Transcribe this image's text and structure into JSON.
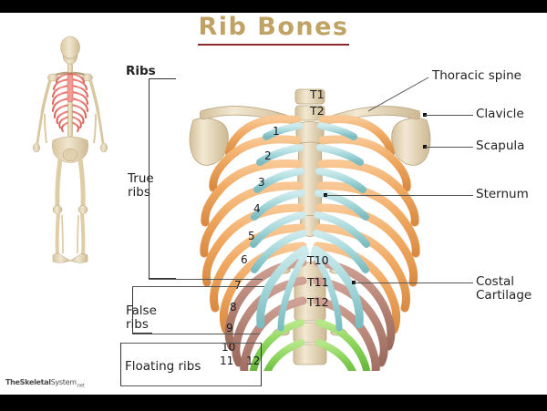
{
  "figure": {
    "title": "Rib Bones",
    "title_color": "#c0a265",
    "underline_color": "#8a2b2b",
    "watermark": {
      "bold": "TheSkeletal",
      "regular": "System",
      "tld": ".net"
    }
  },
  "left_annotations": {
    "heading": "Ribs",
    "groups": [
      {
        "name": "true-ribs",
        "label": "True\nribs"
      },
      {
        "name": "false-ribs",
        "label": "False\nribs"
      },
      {
        "name": "floating-ribs",
        "label": "Floating ribs"
      }
    ]
  },
  "right_annotations": [
    {
      "name": "thoracic-spine",
      "label": "Thoracic spine"
    },
    {
      "name": "clavicle",
      "label": "Clavicle"
    },
    {
      "name": "scapula",
      "label": "Scapula"
    },
    {
      "name": "sternum",
      "label": "Sternum"
    },
    {
      "name": "costal-cartilage",
      "label": "Costal\nCartilage"
    }
  ],
  "vertebrae": [
    {
      "id": "T1",
      "label": "T1"
    },
    {
      "id": "T2",
      "label": "T2"
    },
    {
      "id": "T10",
      "label": "T10"
    },
    {
      "id": "T11",
      "label": "T11"
    },
    {
      "id": "T12",
      "label": "T12"
    }
  ],
  "rib_numbers": [
    "1",
    "2",
    "3",
    "4",
    "5",
    "6",
    "7",
    "8",
    "9",
    "10",
    "11",
    "12"
  ],
  "colors": {
    "true_rib": "#f0a860",
    "false_rib": "#b98779",
    "floating_rib": "#86d155",
    "cartilage": "#a8d9dc",
    "bone": "#e8dcc0",
    "bone_shadow": "#cbbb97",
    "highlight_rib_small": "#e8736a",
    "background": "#ffffff",
    "border": "#000000"
  }
}
